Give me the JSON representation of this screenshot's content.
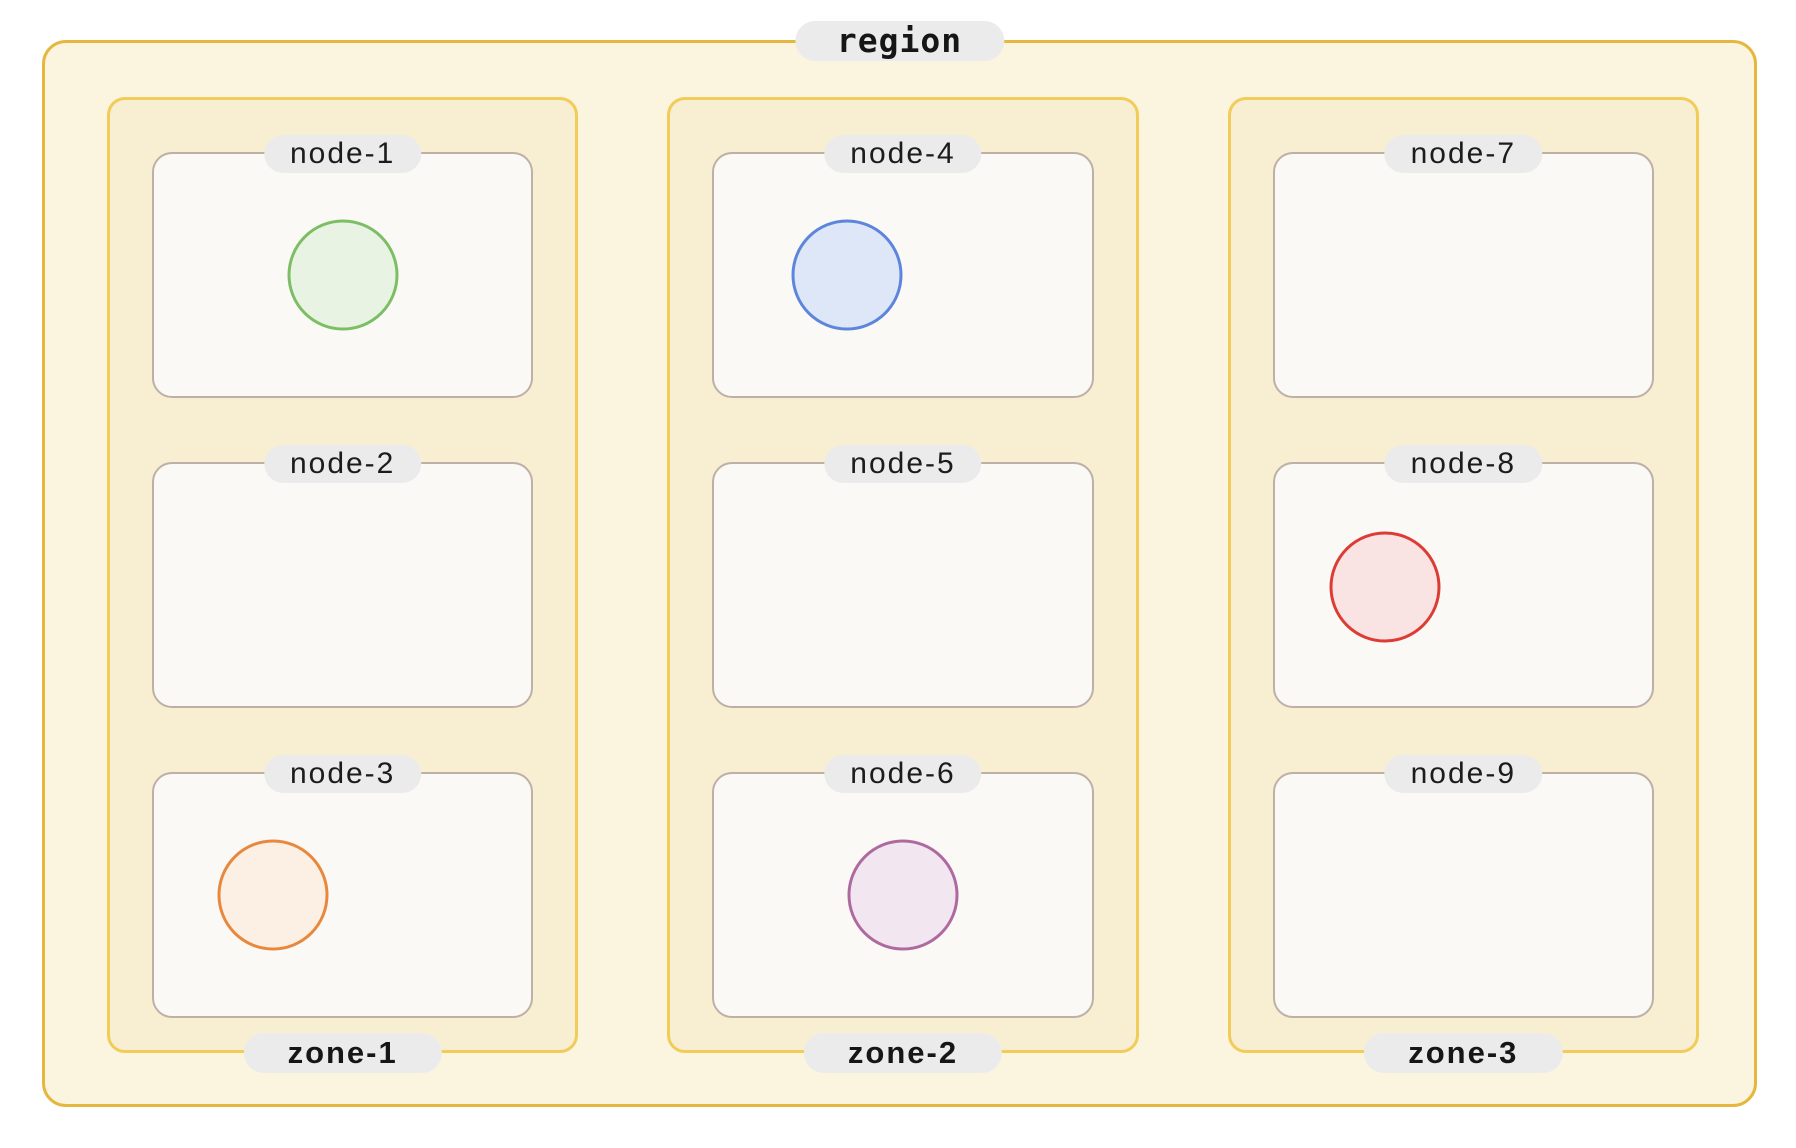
{
  "palette": {
    "page_bg": "#ffffff",
    "region_fill": "#fbf4de",
    "region_border": "#e5b73e",
    "zone_fill": "#f8eed2",
    "zone_border": "#f1cc58",
    "node_fill": "#faf9f6",
    "node_border": "#beb0a7",
    "label_pill_bg": "#ebebeb",
    "label_text": "#161616"
  },
  "region": {
    "label": "region",
    "zones": [
      {
        "label": "zone-1",
        "nodes": [
          {
            "label": "node-1",
            "circle": {
              "stroke": "#7cbe64",
              "fill": "#e9f3e3"
            }
          },
          {
            "label": "node-2"
          },
          {
            "label": "node-3",
            "circle": {
              "stroke": "#e8883c",
              "fill": "#fbf0e3"
            }
          }
        ]
      },
      {
        "label": "zone-2",
        "nodes": [
          {
            "label": "node-4",
            "circle": {
              "stroke": "#5c85db",
              "fill": "#dde7f8"
            }
          },
          {
            "label": "node-5"
          },
          {
            "label": "node-6",
            "circle": {
              "stroke": "#ae6a9e",
              "fill": "#f2e7f0"
            }
          }
        ]
      },
      {
        "label": "zone-3",
        "nodes": [
          {
            "label": "node-7"
          },
          {
            "label": "node-8",
            "circle": {
              "stroke": "#dc3c33",
              "fill": "#fae3e3"
            }
          },
          {
            "label": "node-9"
          }
        ]
      }
    ]
  }
}
